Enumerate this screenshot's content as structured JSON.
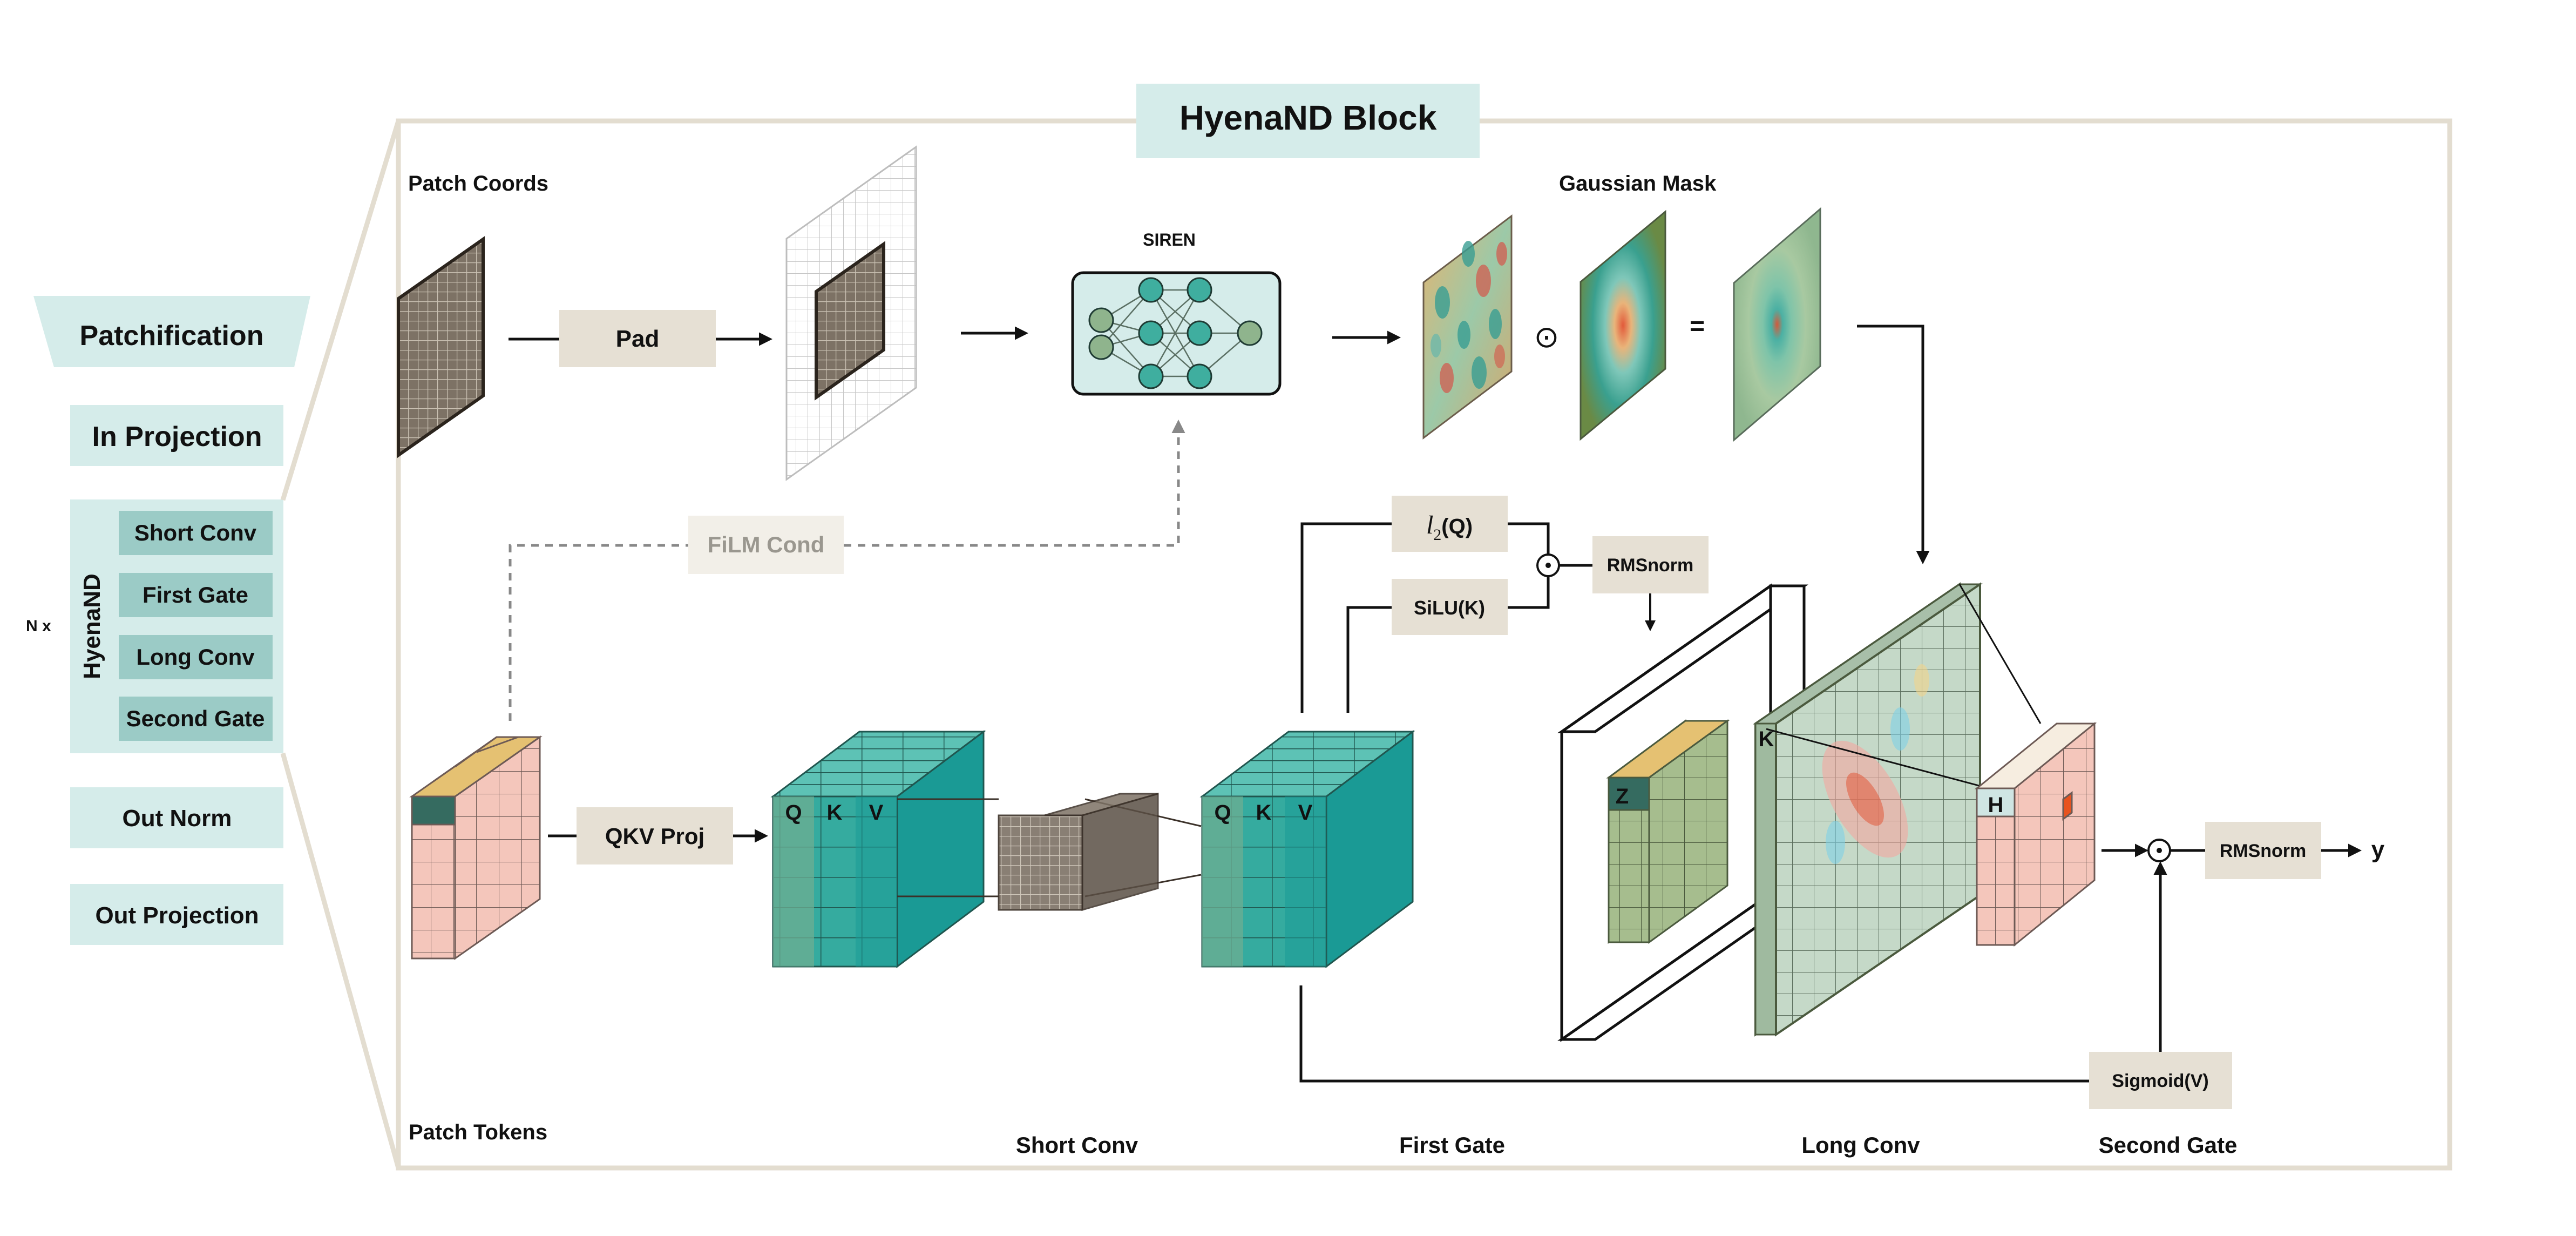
{
  "block": {
    "title": "HyenaND Block"
  },
  "sidebar": {
    "patchification": "Patchification",
    "in_projection": "In Projection",
    "nx": "N x",
    "hyenand": "HyenaND",
    "sub_items": [
      "Short Conv",
      "First Gate",
      "Long Conv",
      "Second Gate"
    ],
    "out_norm": "Out Norm",
    "out_projection": "Out Projection"
  },
  "labels": {
    "patch_coords": "Patch Coords",
    "gaussian_mask": "Gaussian Mask",
    "siren": "SIREN",
    "pad": "Pad",
    "film_cond": "FiLM Cond",
    "qkv_proj": "QKV Proj",
    "patch_tokens": "Patch Tokens",
    "short_conv": "Short Conv",
    "first_gate": "First Gate",
    "long_conv": "Long Conv",
    "second_gate": "Second Gate",
    "l2q_sub": "2",
    "l2q_rest": "(Q)",
    "silu_k": "SiLU(K)",
    "rmsnorm_1": "RMSnorm",
    "rmsnorm_2": "RMSnorm",
    "sigmoid_v": "Sigmoid(V)",
    "y": "y",
    "odot": "⊙",
    "equals": "=",
    "q": "Q",
    "k": "K",
    "v": "V",
    "z": "Z",
    "h": "H"
  },
  "colors": {
    "frame": "#e3ddd0",
    "pale_teal": "#d5ecea",
    "sidebar_dark": "#9bcbc6",
    "beige": "#e6e0d4",
    "dark_brown": "#7d7265",
    "teal": "#35ab9f",
    "green": "#8fb48d",
    "pink": "#f4c6bb",
    "gold": "#e5c172",
    "orange": "#e8531f"
  }
}
